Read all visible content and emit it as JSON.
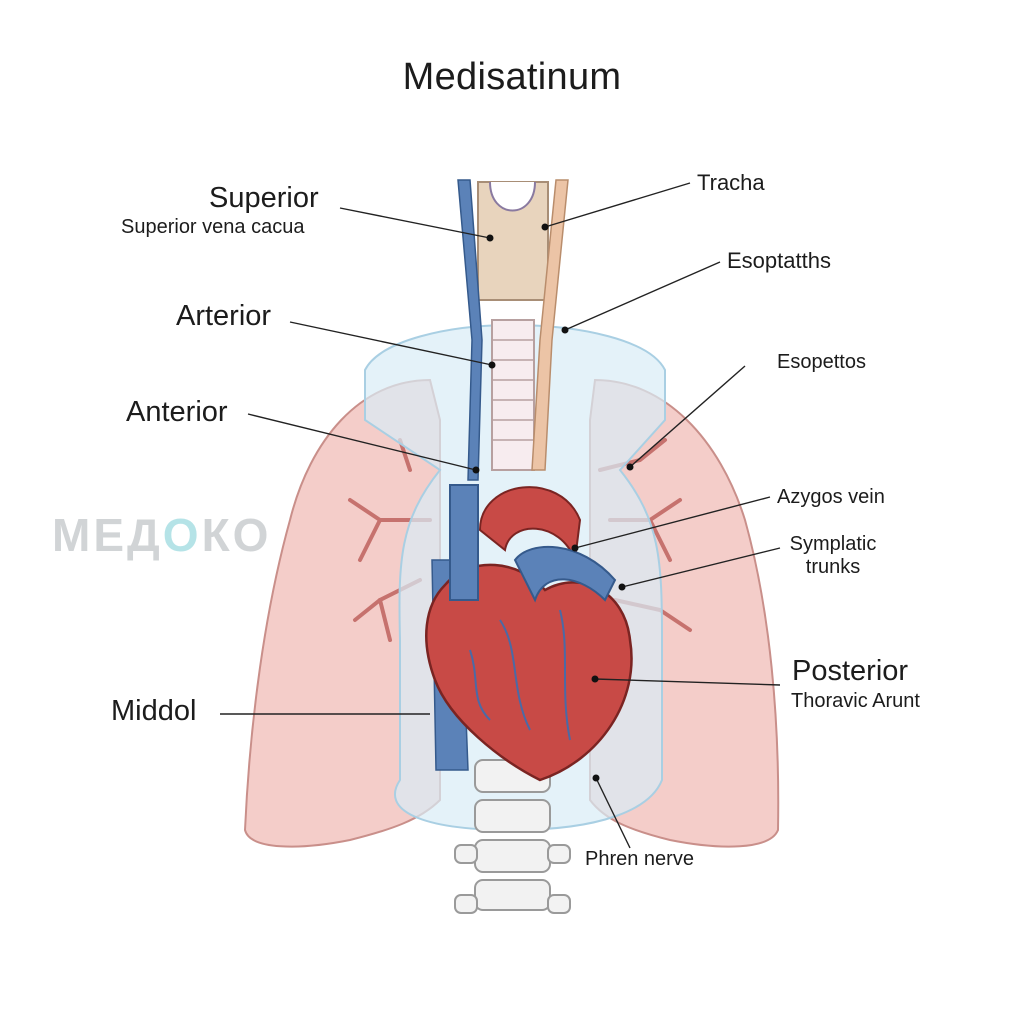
{
  "diagram": {
    "title": "Medisatinum",
    "watermark": {
      "text_before": "МЕД",
      "text_o": "О",
      "text_after": "КО"
    },
    "labels": {
      "superior": "Superior",
      "superior_vena_cava": "Superior vena cacua",
      "arterior": "Arterior",
      "anterior": "Anterior",
      "middol": "Middol",
      "tracha": "Tracha",
      "esoptatths": "Esoptatths",
      "esopettos": "Esopettos",
      "azygos_vein": "Azygos vein",
      "symplatic_1": "Symplatic",
      "symplatic_2": "trunks",
      "posterior": "Posterior",
      "thoracic_arunt": "Thoravic Arunt",
      "phren_nerve": "Phren nerve"
    },
    "colors": {
      "lung": "#f4cdc9",
      "lung_outline": "#c98f8a",
      "heart": "#c84a46",
      "vein": "#5b82b8",
      "mediastinum_overlay": "#d9ecf6",
      "trachea": "#e8d4bd",
      "spine": "#f2f2f2"
    }
  }
}
